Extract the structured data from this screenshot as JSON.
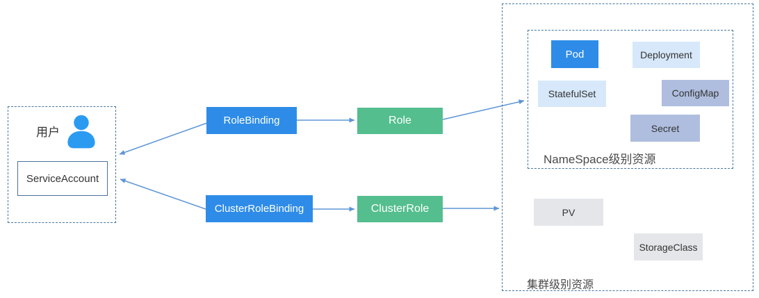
{
  "diagram": {
    "user_group": {
      "label": "用户",
      "service_account": "ServiceAccount"
    },
    "rbac_nodes": {
      "role_binding": "RoleBinding",
      "role": "Role",
      "cluster_role_binding": "ClusterRoleBinding",
      "cluster_role": "ClusterRole"
    },
    "namespace_group": {
      "title": "NameSpace级别资源",
      "resources": [
        {
          "label": "Pod",
          "variant": "primary-blue"
        },
        {
          "label": "Deployment",
          "variant": "light-blue"
        },
        {
          "label": "StatefulSet",
          "variant": "light-blue"
        },
        {
          "label": "ConfigMap",
          "variant": "slate-blue"
        },
        {
          "label": "Secret",
          "variant": "slate-blue"
        }
      ]
    },
    "cluster_group": {
      "title": "集群级别资源",
      "resources": [
        {
          "label": "PV",
          "variant": "gray"
        },
        {
          "label": "StorageClass",
          "variant": "gray"
        }
      ]
    },
    "edges": [
      {
        "from": "RoleBinding",
        "to": "用户/ServiceAccount"
      },
      {
        "from": "ClusterRoleBinding",
        "to": "用户/ServiceAccount"
      },
      {
        "from": "RoleBinding",
        "to": "Role"
      },
      {
        "from": "ClusterRoleBinding",
        "to": "ClusterRole"
      },
      {
        "from": "Role",
        "to": "NameSpace级别资源"
      },
      {
        "from": "ClusterRole",
        "to": "集群级别资源"
      }
    ],
    "colors": {
      "primary_blue": "#2E8CE8",
      "green": "#54BE8E",
      "light_blue": "#D7E8FA",
      "slate_blue": "#AFBEDF",
      "gray": "#E4E6E9",
      "dashed_border": "#44759E",
      "arrow": "#5E96D6",
      "user_icon_blue": "#2B9BF2",
      "text_dark": "#333333"
    }
  }
}
